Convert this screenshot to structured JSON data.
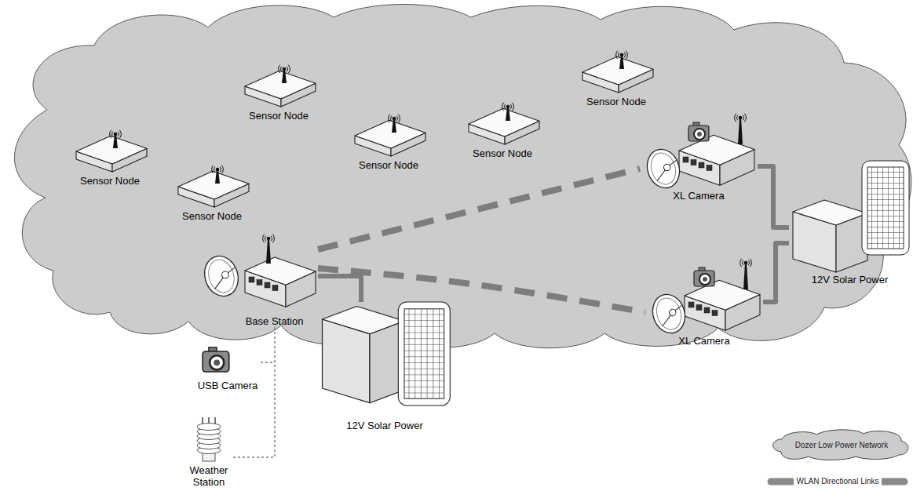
{
  "diagram": {
    "nodes": [
      {
        "text": [
          "Sensor Node"
        ]
      },
      {
        "text": [
          "Sensor Node"
        ]
      },
      {
        "text": [
          "Sensor Node"
        ]
      },
      {
        "text": [
          "Sensor Node"
        ]
      },
      {
        "text": [
          "Sensor Node"
        ]
      },
      {
        "text": [
          "XL Camera"
        ]
      },
      {
        "text": [
          "Sensor Node"
        ]
      },
      {
        "text": [
          "12V Solar Power"
        ]
      },
      {
        "text": [
          "Base Station"
        ]
      },
      {
        "text": [
          "XL Camera"
        ]
      },
      {
        "text": [
          "USB Camera"
        ]
      },
      {
        "text": [
          "12V Solar Power"
        ]
      },
      {
        "text": [
          "Weather Station"
        ]
      }
    ],
    "edges": [
      {
        "from": 8,
        "to": 5,
        "arrow": "none"
      },
      {
        "from": 8,
        "to": 9,
        "arrow": "none"
      },
      {
        "from": 8,
        "to": 11,
        "arrow": "none"
      },
      {
        "from": 5,
        "to": 7,
        "arrow": "none"
      },
      {
        "from": 9,
        "to": 7,
        "arrow": "none"
      },
      {
        "from": 8,
        "to": 10,
        "arrow": "none"
      },
      {
        "from": 8,
        "to": 12,
        "arrow": "none"
      }
    ],
    "legend": [
      {
        "text": "Dozer Low Power Network"
      },
      {
        "text": "WLAN Directional Links"
      }
    ]
  }
}
